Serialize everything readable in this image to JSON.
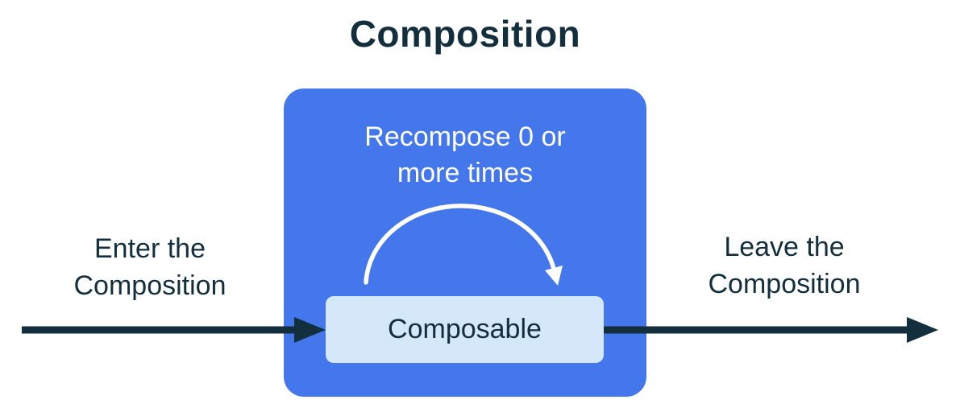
{
  "title": "Composition",
  "composition_box": {
    "recompose_label": "Recompose 0 or more times"
  },
  "composable": {
    "label": "Composable"
  },
  "flow": {
    "enter_label": "Enter the Composition",
    "leave_label": "Leave the Composition"
  },
  "colors": {
    "primary_blue": "#4377EB",
    "light_blue": "#D4E8FA",
    "dark_navy": "#132F3E",
    "arc_white": "#FFFFFF"
  }
}
